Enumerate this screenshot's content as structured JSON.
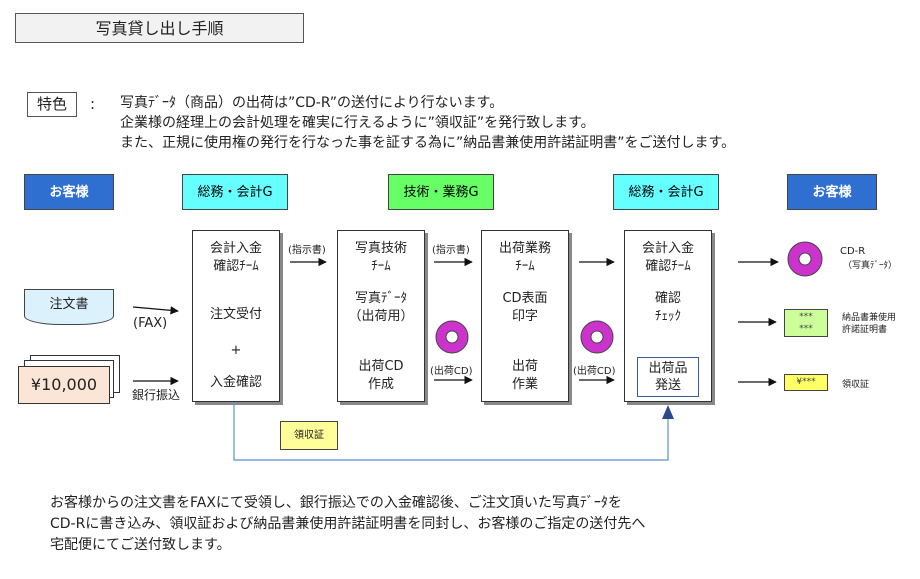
{
  "title": "写真貸し出し手順",
  "feature": {
    "label": "特色",
    "colon": ":",
    "lines": [
      "写真ﾃﾞｰﾀ（商品）の出荷は”CD-R”の送付により行ないます。",
      "企業様の経理上の会計処理を確実に行えるように”領収証”を発行致します。",
      "また、正規に使用権の発行を行なった事を証する為に”納品書兼使用許諾証明書”をご送付します。"
    ]
  },
  "headers": {
    "customer_left": "お客様",
    "general_left": "総務・会計G",
    "tech": "技術・業務G",
    "general_right": "総務・会計G",
    "customer_right": "お客様"
  },
  "inputs": {
    "order_doc": "注文書",
    "fax_label": "(FAX)",
    "yen": "¥10,000",
    "bank_label": "銀行振込"
  },
  "box1": {
    "line1": "会計入金",
    "line2": "確認ﾁｰﾑ",
    "line3": "注文受付",
    "plus": "+",
    "line4": "入金確認"
  },
  "box2": {
    "line1": "写真技術",
    "line2": "ﾁｰﾑ",
    "line3": "写真ﾃﾞｰﾀ",
    "line4": "（出荷用）",
    "line5": "出荷CD",
    "line6": "作成"
  },
  "box3": {
    "line1": "出荷業務",
    "line2": "ﾁｰﾑ",
    "line3": "CD表面",
    "line4": "印字",
    "line5": "出荷",
    "line6": "作業"
  },
  "box4": {
    "line1": "会計入金",
    "line2": "確認ﾁｰﾑ",
    "line3": "確認",
    "line4": "ﾁｪｯｸ",
    "line5": "出荷品",
    "line6": "発送"
  },
  "arrow_labels": {
    "instruction1": "(指示書)",
    "instruction2": "(指示書)",
    "ship_cd1": "(出荷CD)",
    "ship_cd2": "(出荷CD)"
  },
  "receipt": "領収証",
  "outputs": {
    "cdr": "CD-R",
    "cdr_sub": "（写真ﾃﾞｰﾀ）",
    "green_line1": "***",
    "green_line2": "***",
    "delivery_line1": "納品書兼使用",
    "delivery_line2": "許諾証明書",
    "yellow_text": "¥***",
    "receipt_label": "領収証"
  },
  "footer": [
    "お客様からの注文書をFAXにて受領し、銀行振込での入金確認後、ご注文頂いた写真ﾃﾞｰﾀを",
    "CD-Rに書き込み、領収証および納品書兼使用許諾証明書を同封し、お客様のご指定の送付先へ",
    "宅配便にてご送付致します。"
  ],
  "colors": {
    "header_blue": "#2f6fd0",
    "header_cyan": "#66ffff",
    "header_green": "#66ff66",
    "cd_purple": "#cc33cc",
    "flow_line": "#5b8fd0"
  }
}
